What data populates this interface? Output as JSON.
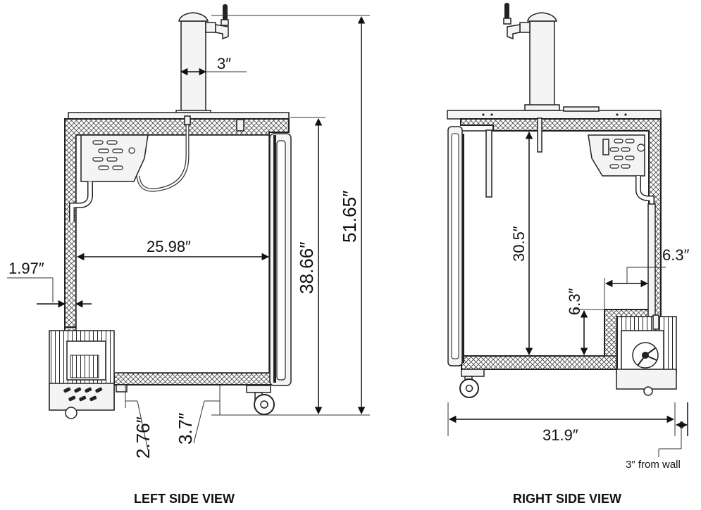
{
  "left_view": {
    "title": "LEFT SIDE VIEW",
    "dims": {
      "tower_diameter": "3″",
      "interior_depth": "25.98″",
      "wall_thickness": "1.97″",
      "cabinet_height": "38.66″",
      "overall_height": "51.65″",
      "compressor_clearance": "2.76″",
      "floor_clearance": "3.7″"
    }
  },
  "right_view": {
    "title": "RIGHT SIDE VIEW",
    "dims": {
      "interior_height": "30.5″",
      "step_depth": "6.3″",
      "step_height": "6.3″",
      "overall_depth": "31.9″",
      "wall_clearance": "3″ from wall"
    }
  }
}
